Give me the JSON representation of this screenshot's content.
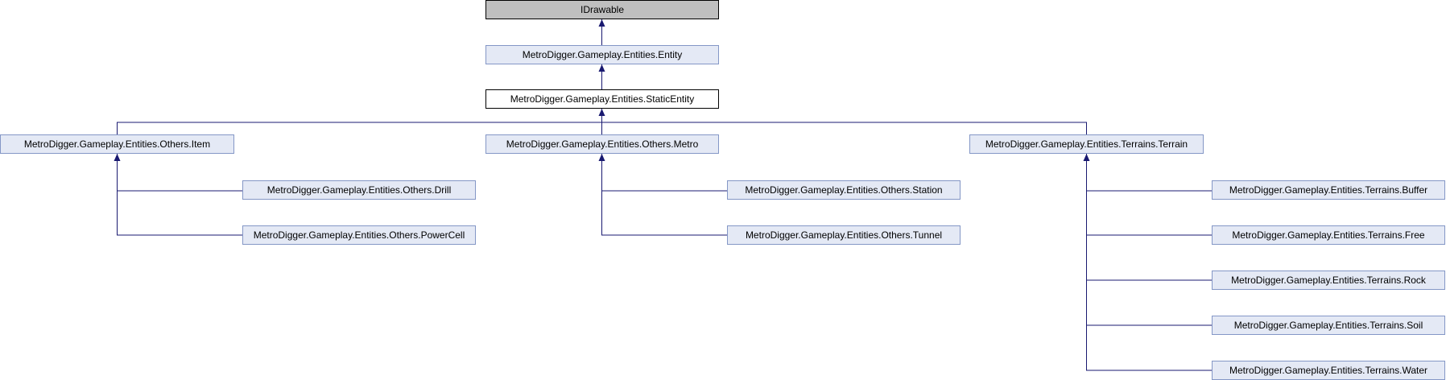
{
  "diagram": {
    "nodes": {
      "idrawable": "IDrawable",
      "entity": "MetroDigger.Gameplay.Entities.Entity",
      "static_entity": "MetroDigger.Gameplay.Entities.StaticEntity",
      "item": "MetroDigger.Gameplay.Entities.Others.Item",
      "metro": "MetroDigger.Gameplay.Entities.Others.Metro",
      "terrain": "MetroDigger.Gameplay.Entities.Terrains.Terrain",
      "drill": "MetroDigger.Gameplay.Entities.Others.Drill",
      "powercell": "MetroDigger.Gameplay.Entities.Others.PowerCell",
      "station": "MetroDigger.Gameplay.Entities.Others.Station",
      "tunnel": "MetroDigger.Gameplay.Entities.Others.Tunnel",
      "buffer": "MetroDigger.Gameplay.Entities.Terrains.Buffer",
      "free": "MetroDigger.Gameplay.Entities.Terrains.Free",
      "rock": "MetroDigger.Gameplay.Entities.Terrains.Rock",
      "soil": "MetroDigger.Gameplay.Entities.Terrains.Soil",
      "water": "MetroDigger.Gameplay.Entities.Terrains.Water"
    },
    "colors": {
      "edge": "#191970",
      "node_fill": "#e4e9f5",
      "node_border": "#8497c6",
      "root_fill": "#bfbfbf",
      "current_border": "#000000"
    }
  }
}
